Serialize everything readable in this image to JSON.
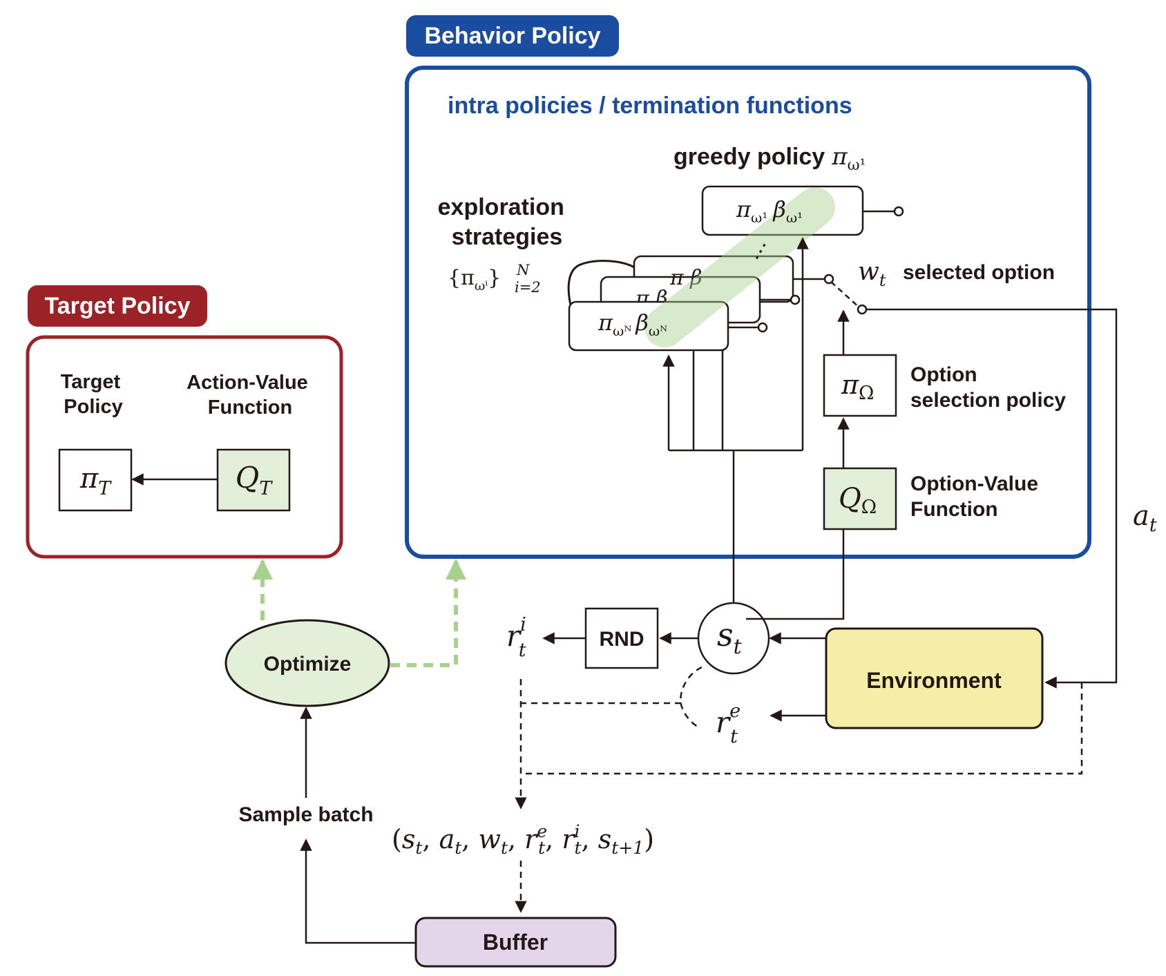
{
  "target_policy": {
    "header": "Target Policy",
    "target_label_line1": "Target",
    "target_label_line2": "Policy",
    "avf_label_line1": "Action-Value",
    "avf_label_line2": "Function",
    "pi_T": "π",
    "pi_T_sub": "T",
    "q_T": "Q",
    "q_T_sub": "T"
  },
  "behavior_policy": {
    "header": "Behavior Policy",
    "intra_title": "intra policies / termination functions",
    "greedy_label": "greedy policy",
    "greedy_sym": "π",
    "greedy_sub": "ω¹",
    "exploration_line1": "exploration",
    "exploration_line2": "strategies",
    "exploration_set": "{π",
    "exploration_set_sub": "ωⁱ",
    "exploration_set_close": "}",
    "exploration_sup": "N",
    "exploration_lower": "i=2",
    "card_top_pi": "π",
    "card_top_pi_sub": "ω¹",
    "card_top_beta": "β",
    "card_top_beta_sub": "ω¹",
    "card_front_pi": "π",
    "card_front_pi_sub": "ωᴺ",
    "card_front_beta": "β",
    "card_front_beta_sub": "ωᴺ",
    "dots": "⋮",
    "w_t": "w",
    "w_t_sub": "t",
    "selected_option": "selected option",
    "pi_omega": "π",
    "pi_omega_sub": "Ω",
    "option_sel_line1": "Option",
    "option_sel_line2": "selection policy",
    "q_omega": "Q",
    "q_omega_sub": "Ω",
    "ovf_line1": "Option-Value",
    "ovf_line2": "Function"
  },
  "flow": {
    "a_t": "a",
    "a_t_sub": "t",
    "s_t": "s",
    "s_t_sub": "t",
    "rnd": "RND",
    "r_i": "r",
    "r_i_sup": "i",
    "r_i_sub": "t",
    "r_e": "r",
    "r_e_sup": "e",
    "r_e_sub": "t",
    "environment": "Environment",
    "optimize": "Optimize",
    "sample_batch": "Sample batch",
    "buffer": "Buffer",
    "transition": "(s_t, a_t, w_t, r_t^e, r_t^i, s_{t+1})"
  },
  "colors": {
    "target_red": "#9B2226",
    "behavior_blue": "#1A4DA0",
    "green_fill": "#E2F0D9",
    "green_dash": "#A9D18E",
    "env_fill": "#F5EEA8",
    "buffer_fill": "#E3D5EA",
    "line": "#231815"
  }
}
